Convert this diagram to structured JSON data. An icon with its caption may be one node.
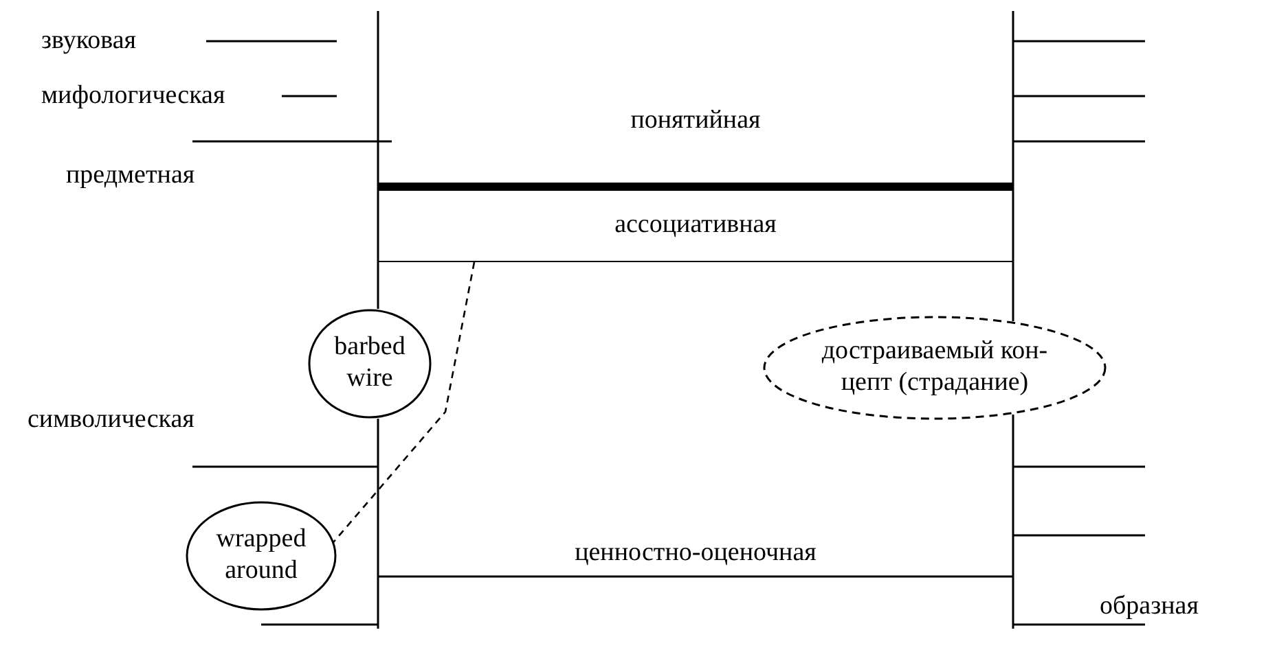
{
  "diagram": {
    "nodes": [
      {
        "text": [
          "ассоциативная"
        ]
      },
      {
        "text": [
          "barbed wire"
        ]
      },
      {
        "text": [
          "достраиваемый кон- цепт (страдание)"
        ]
      },
      {
        "text": [
          "wrapped around"
        ]
      }
    ],
    "edges": [
      {
        "from": 0,
        "to": 3,
        "arrow": "none",
        "style": "dashed"
      }
    ],
    "labels": [
      "звуковая",
      "мифологическая",
      "понятийная",
      "предметная",
      "символическая",
      "ценностно-оценочная",
      "образная"
    ]
  }
}
